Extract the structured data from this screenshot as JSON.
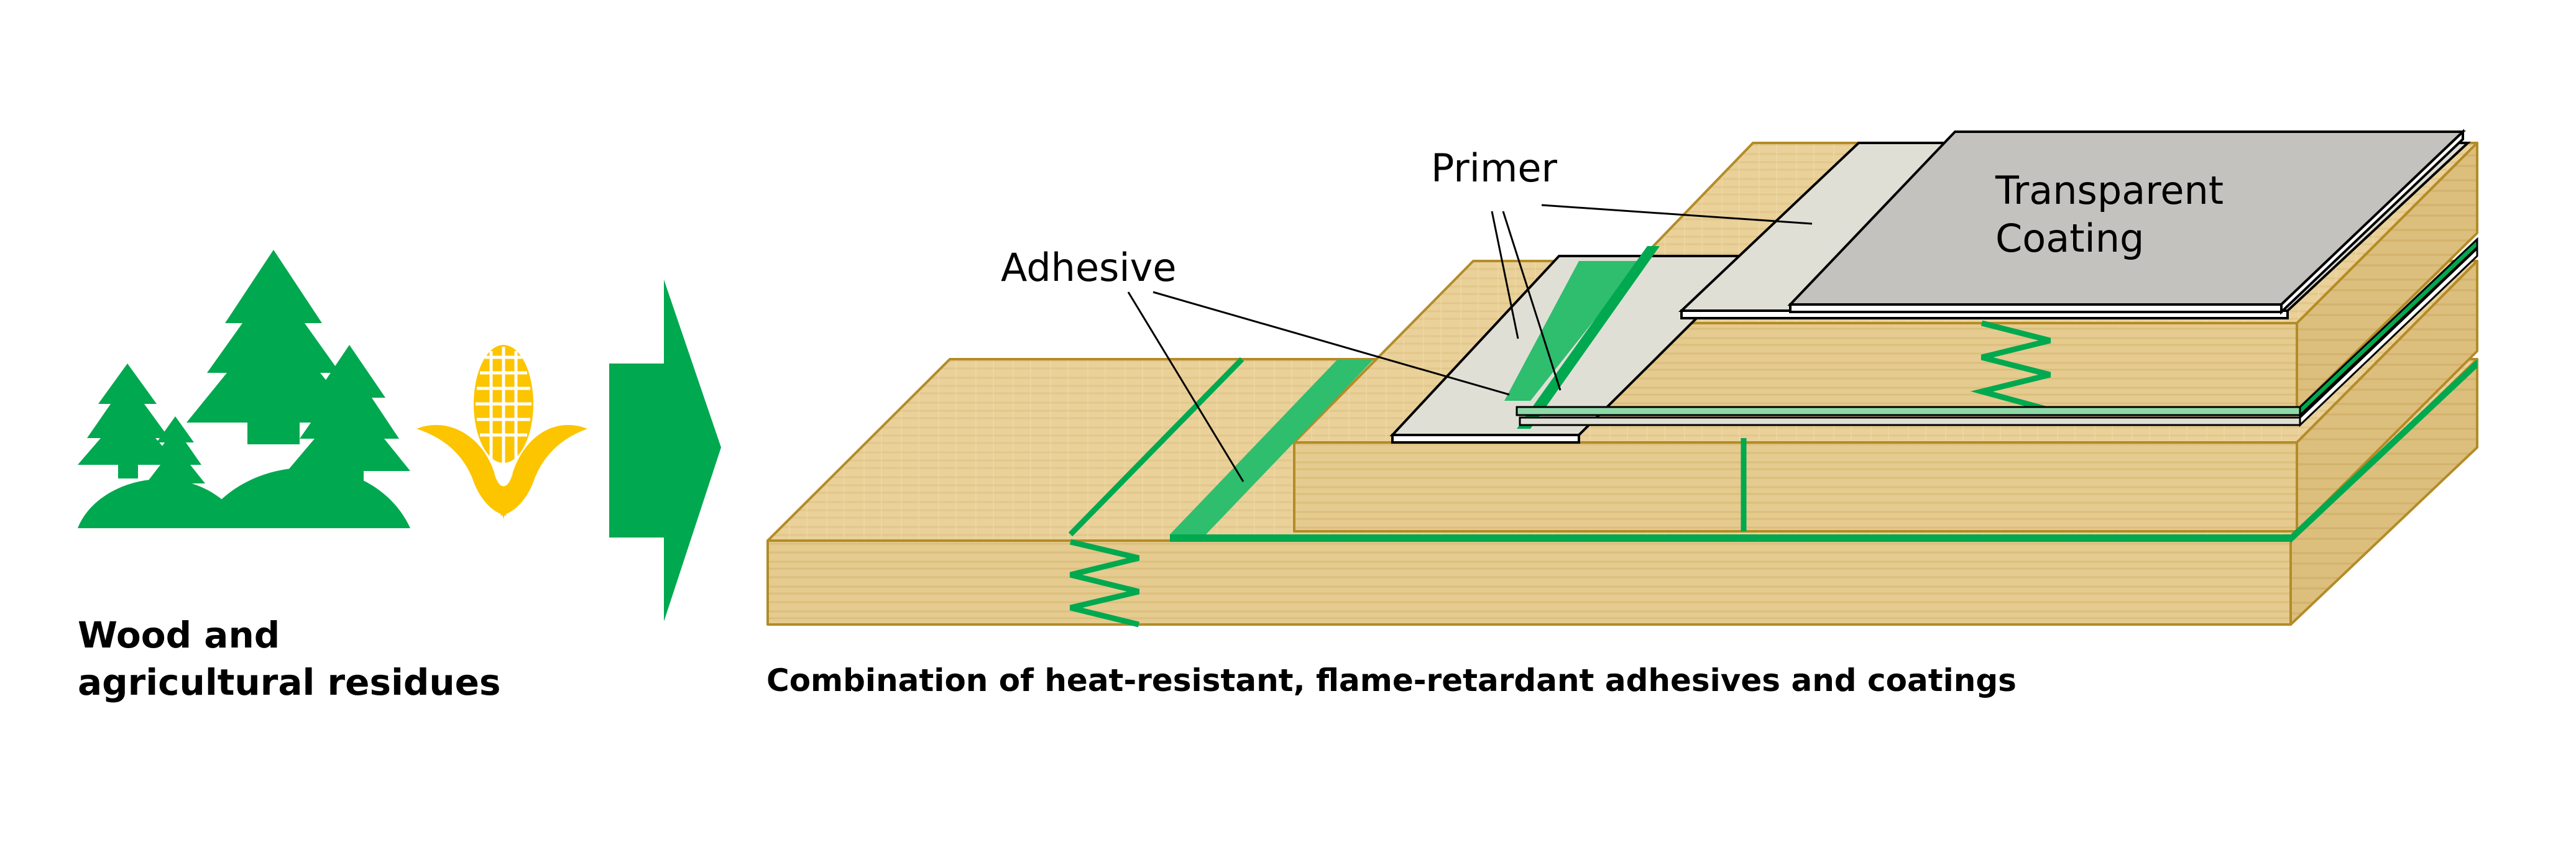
{
  "left_caption": {
    "line1": "Wood and",
    "line2": "agricultural residues"
  },
  "bottom_caption": "Combination of heat-resistant, flame-retardant adhesives and coatings",
  "labels": {
    "adhesive": "Adhesive",
    "primer": "Primer",
    "transparent_coating_line1": "Transparent",
    "transparent_coating_line2": "Coating"
  },
  "icons": [
    "tree-icon",
    "corn-icon",
    "arrow-right-icon"
  ],
  "colors": {
    "green": "#00a84f",
    "green_light": "#2fbd6e",
    "corn_yellow": "#fcc500",
    "wood": "#e8cf96",
    "wood_edge": "#b48b28",
    "coating_grey": "#c3c2be",
    "primer_light": "#e0dfd6",
    "text": "#000000"
  }
}
